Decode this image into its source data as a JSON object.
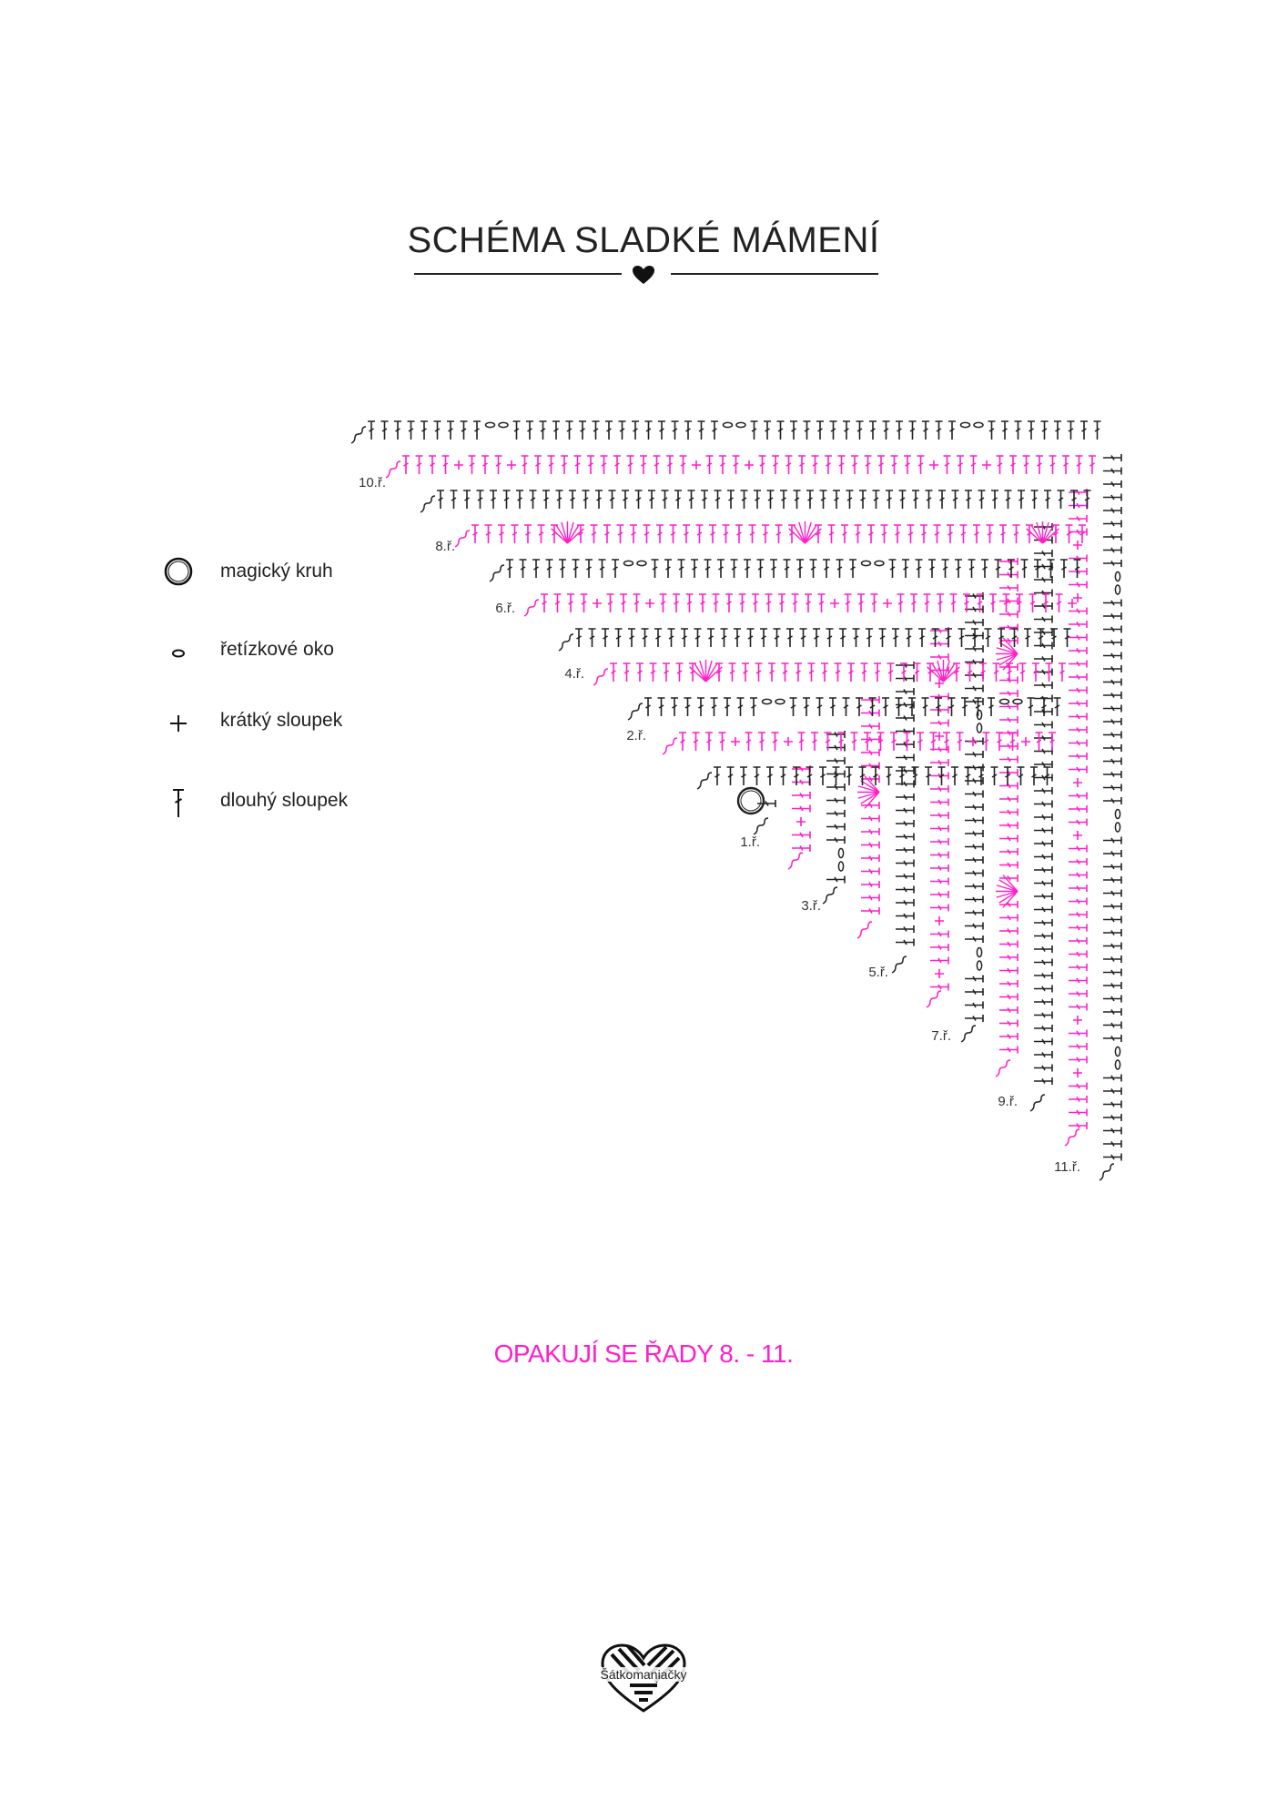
{
  "title": "SCHÉMA SLADKÉ MÁMENÍ",
  "colors": {
    "ink": "#222222",
    "accent": "#ff1fc8"
  },
  "legend": [
    {
      "symbol": "magic-ring",
      "label": "magický kruh"
    },
    {
      "symbol": "chain",
      "label": "řetízkové oko"
    },
    {
      "symbol": "single-crochet",
      "label": "krátký sloupek"
    },
    {
      "symbol": "double-crochet",
      "label": "dlouhý sloupek"
    }
  ],
  "row_labels": [
    "1.ř.",
    "2.ř.",
    "3.ř.",
    "4.ř.",
    "5.ř.",
    "6.ř.",
    "7.ř.",
    "8.ř.",
    "9.ř.",
    "10.ř.",
    "11.ř."
  ],
  "repeat_note": "OPAKUJÍ SE ŘADY 8. - 11.",
  "logo": {
    "text": "Šátkomaniačky"
  }
}
